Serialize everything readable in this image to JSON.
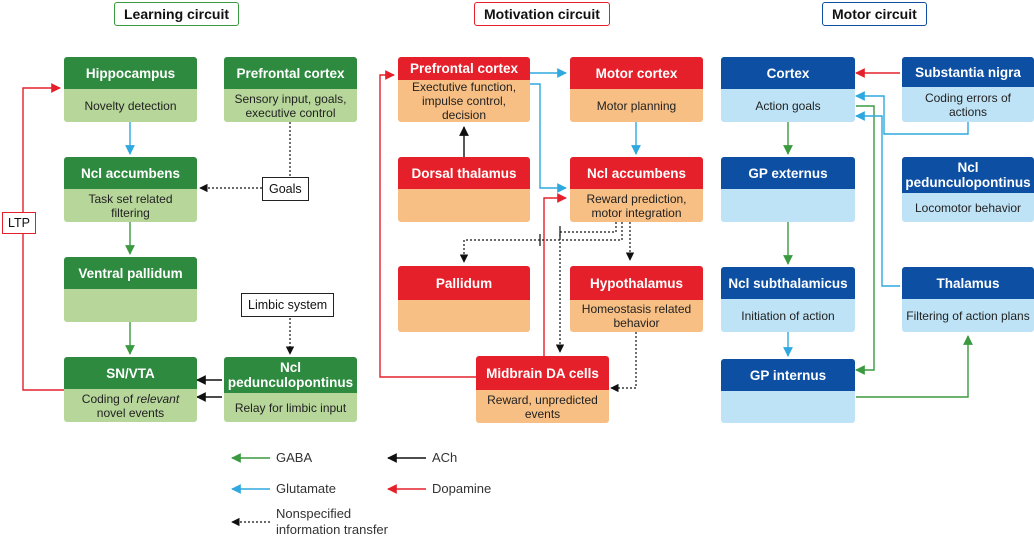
{
  "titles": {
    "learning": "Learning circuit",
    "motivation": "Motivation circuit",
    "motor": "Motor circuit"
  },
  "colors": {
    "gaba": "#3a9a3f",
    "glutamate": "#2ea8de",
    "ach": "#111111",
    "dopamine": "#e5202a",
    "learning_border": "#3a9a3f",
    "motivation_border": "#e5202a",
    "motor_border": "#0d4fa3"
  },
  "learning": {
    "hippocampus": {
      "title": "Hippocampus",
      "desc": "Novelty detection"
    },
    "prefrontal": {
      "title": "Prefrontal cortex",
      "desc": "Sensory input, goals, executive control"
    },
    "accumbens": {
      "title": "Ncl accumbens",
      "desc": "Task set related filtering"
    },
    "pallidum": {
      "title": "Ventral pallidum",
      "desc": ""
    },
    "snvta": {
      "title": "SN/VTA",
      "desc_pre": "Coding of ",
      "desc_em": "relevant",
      "desc_post": " novel events"
    },
    "ppn": {
      "title": "Ncl pedunculopontinus",
      "desc": "Relay for limbic input"
    },
    "goals": "Goals",
    "limbic": "Limbic system",
    "ltp": "LTP"
  },
  "motivation": {
    "prefrontal": {
      "title": "Prefrontal cortex",
      "desc": "Exectutive function, impulse control, decision"
    },
    "motor_cortex": {
      "title": "Motor cortex",
      "desc": "Motor planning"
    },
    "dorsal_thalamus": {
      "title": "Dorsal thalamus",
      "desc": ""
    },
    "accumbens": {
      "title": "Ncl accumbens",
      "desc": "Reward prediction, motor integration"
    },
    "pallidum": {
      "title": "Pallidum",
      "desc": ""
    },
    "hypothalamus": {
      "title": "Hypothalamus",
      "desc": "Homeostasis related behavior"
    },
    "midbrain": {
      "title": "Midbrain DA cells",
      "desc": "Reward, unpredicted events"
    }
  },
  "motor": {
    "cortex": {
      "title": "Cortex",
      "desc": "Action goals"
    },
    "substantia": {
      "title": "Substantia nigra",
      "desc": "Coding errors of actions"
    },
    "gp_externus": {
      "title": "GP externus",
      "desc": ""
    },
    "ppn": {
      "title": "Ncl pedunculopontinus",
      "desc": "Locomotor behavior"
    },
    "subthalamicus": {
      "title": "Ncl subthalamicus",
      "desc": "Initiation of action"
    },
    "thalamus": {
      "title": "Thalamus",
      "desc": "Filtering of action plans"
    },
    "gp_internus": {
      "title": "GP internus",
      "desc": ""
    }
  },
  "legend": {
    "gaba": "GABA",
    "ach": "ACh",
    "glutamate": "Glutamate",
    "dopamine": "Dopamine",
    "nonspecified": "Nonspecified information transfer"
  }
}
